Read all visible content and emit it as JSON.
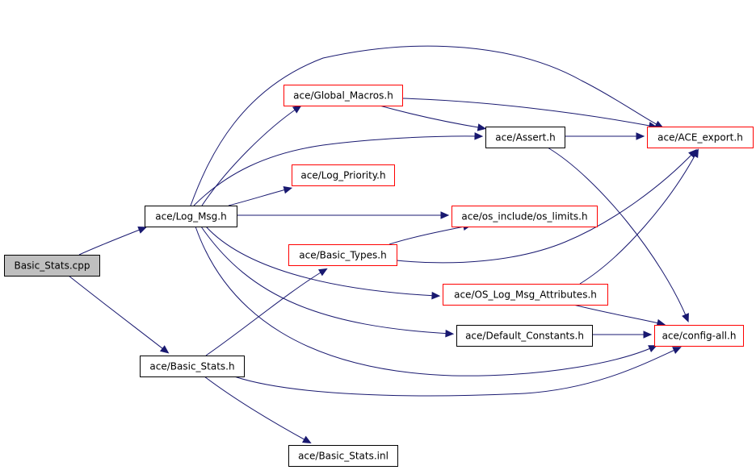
{
  "colors": {
    "edge": "#191970",
    "root_fill": "#bfbfbf",
    "node_fill": "#ffffff",
    "normal_border": "#000000",
    "truncated_border": "#ff0000"
  },
  "nodes": [
    {
      "id": "basic_stats_cpp",
      "label": "Basic_Stats.cpp",
      "style": "root"
    },
    {
      "id": "log_msg_h",
      "label": "ace/Log_Msg.h",
      "style": "normal"
    },
    {
      "id": "basic_stats_h",
      "label": "ace/Basic_Stats.h",
      "style": "normal"
    },
    {
      "id": "global_macros_h",
      "label": "ace/Global_Macros.h",
      "style": "truncated"
    },
    {
      "id": "assert_h",
      "label": "ace/Assert.h",
      "style": "normal"
    },
    {
      "id": "ace_export_h",
      "label": "ace/ACE_export.h",
      "style": "truncated"
    },
    {
      "id": "log_priority_h",
      "label": "ace/Log_Priority.h",
      "style": "truncated"
    },
    {
      "id": "os_limits_h",
      "label": "ace/os_include/os_limits.h",
      "style": "truncated"
    },
    {
      "id": "basic_types_h",
      "label": "ace/Basic_Types.h",
      "style": "truncated"
    },
    {
      "id": "os_log_msg_attributes_h",
      "label": "ace/OS_Log_Msg_Attributes.h",
      "style": "truncated"
    },
    {
      "id": "default_constants_h",
      "label": "ace/Default_Constants.h",
      "style": "normal"
    },
    {
      "id": "config_all_h",
      "label": "ace/config-all.h",
      "style": "truncated"
    },
    {
      "id": "basic_stats_inl",
      "label": "ace/Basic_Stats.inl",
      "style": "normal"
    }
  ],
  "edges": [
    {
      "from": "basic_stats_cpp",
      "to": "log_msg_h"
    },
    {
      "from": "basic_stats_cpp",
      "to": "basic_stats_h"
    },
    {
      "from": "log_msg_h",
      "to": "global_macros_h"
    },
    {
      "from": "log_msg_h",
      "to": "assert_h"
    },
    {
      "from": "log_msg_h",
      "to": "ace_export_h"
    },
    {
      "from": "log_msg_h",
      "to": "log_priority_h"
    },
    {
      "from": "log_msg_h",
      "to": "os_limits_h"
    },
    {
      "from": "log_msg_h",
      "to": "os_log_msg_attributes_h"
    },
    {
      "from": "log_msg_h",
      "to": "default_constants_h"
    },
    {
      "from": "log_msg_h",
      "to": "config_all_h"
    },
    {
      "from": "global_macros_h",
      "to": "assert_h"
    },
    {
      "from": "global_macros_h",
      "to": "ace_export_h"
    },
    {
      "from": "assert_h",
      "to": "ace_export_h"
    },
    {
      "from": "assert_h",
      "to": "config_all_h"
    },
    {
      "from": "basic_stats_h",
      "to": "basic_types_h"
    },
    {
      "from": "basic_stats_h",
      "to": "config_all_h"
    },
    {
      "from": "basic_stats_h",
      "to": "basic_stats_inl"
    },
    {
      "from": "basic_types_h",
      "to": "os_limits_h"
    },
    {
      "from": "basic_types_h",
      "to": "ace_export_h"
    },
    {
      "from": "os_log_msg_attributes_h",
      "to": "ace_export_h"
    },
    {
      "from": "os_log_msg_attributes_h",
      "to": "config_all_h"
    },
    {
      "from": "default_constants_h",
      "to": "config_all_h"
    }
  ]
}
